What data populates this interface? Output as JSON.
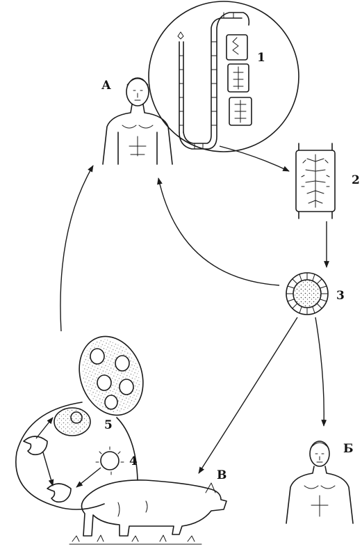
{
  "labels": {
    "host_a": "А",
    "host_b": "Б",
    "host_v": "В",
    "stage_1": "1",
    "stage_2": "2",
    "stage_3": "3",
    "stage_4": "4",
    "stage_5": "5"
  },
  "colors": {
    "ink": "#1a1a1a",
    "paper": "#ffffff"
  }
}
